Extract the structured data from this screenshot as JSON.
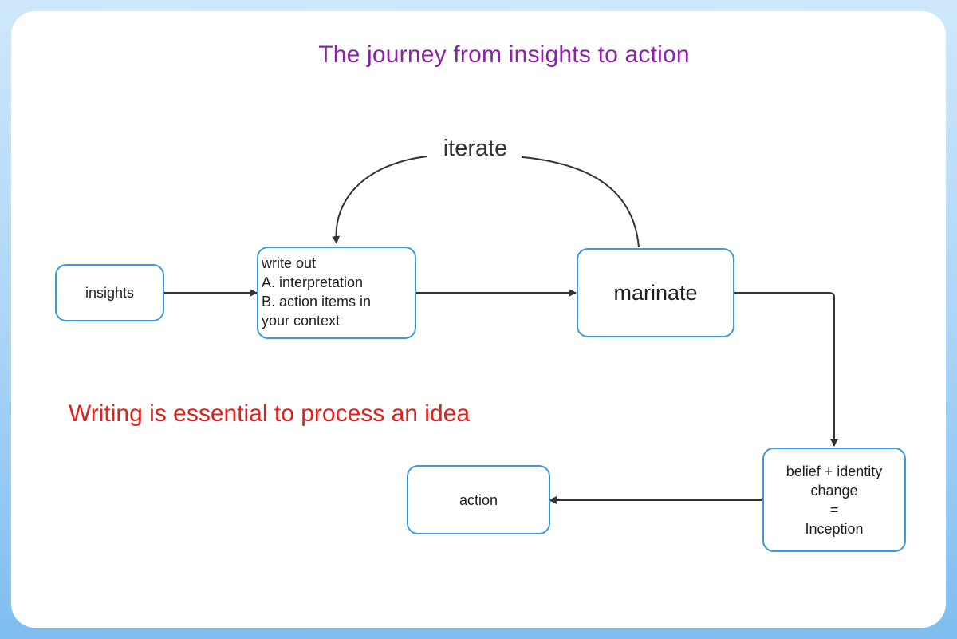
{
  "diagram": {
    "title": "The journey from insights to action",
    "note": "Writing is essential to process an idea",
    "loop_label": "iterate",
    "nodes": {
      "insights": "insights",
      "write_out": [
        "write out",
        "A. interpretation",
        "B. action items in",
        "your context"
      ],
      "marinate": "marinate",
      "belief_change": [
        "belief + identity",
        "change",
        "=",
        "Inception"
      ],
      "action": "action"
    },
    "edges": [
      {
        "from": "insights",
        "to": "write_out"
      },
      {
        "from": "write_out",
        "to": "marinate"
      },
      {
        "from": "marinate",
        "to": "write_out",
        "label": "iterate"
      },
      {
        "from": "marinate",
        "to": "belief_change"
      },
      {
        "from": "belief_change",
        "to": "action"
      }
    ],
    "colors": {
      "title": "#8b22a6",
      "note": "#e0201c",
      "node_border": "#3a9ae0",
      "edge": "#333333"
    }
  }
}
